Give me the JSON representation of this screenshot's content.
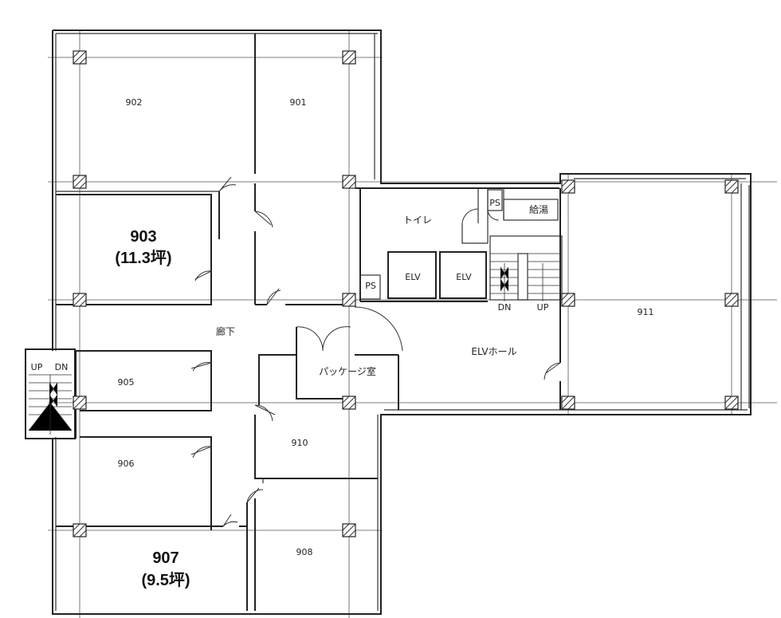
{
  "rooms": {
    "r902": "902",
    "r901": "901",
    "r903_num": "903",
    "r903_area": "(11.3坪)",
    "r905": "905",
    "r906": "906",
    "r907_num": "907",
    "r907_area": "(9.5坪)",
    "r908": "908",
    "r910": "910",
    "r911": "911",
    "corridor": "廊下",
    "package": "パッケージ室",
    "elv_hall": "ELVホール",
    "toilet": "トイレ",
    "kitchen": "給湯",
    "ps_upper": "PS",
    "ps_lower": "PS",
    "elv1": "ELV",
    "elv2": "ELV"
  },
  "stairs": {
    "left_up": "UP",
    "left_dn": "DN",
    "right_dn": "DN",
    "right_up": "UP"
  }
}
